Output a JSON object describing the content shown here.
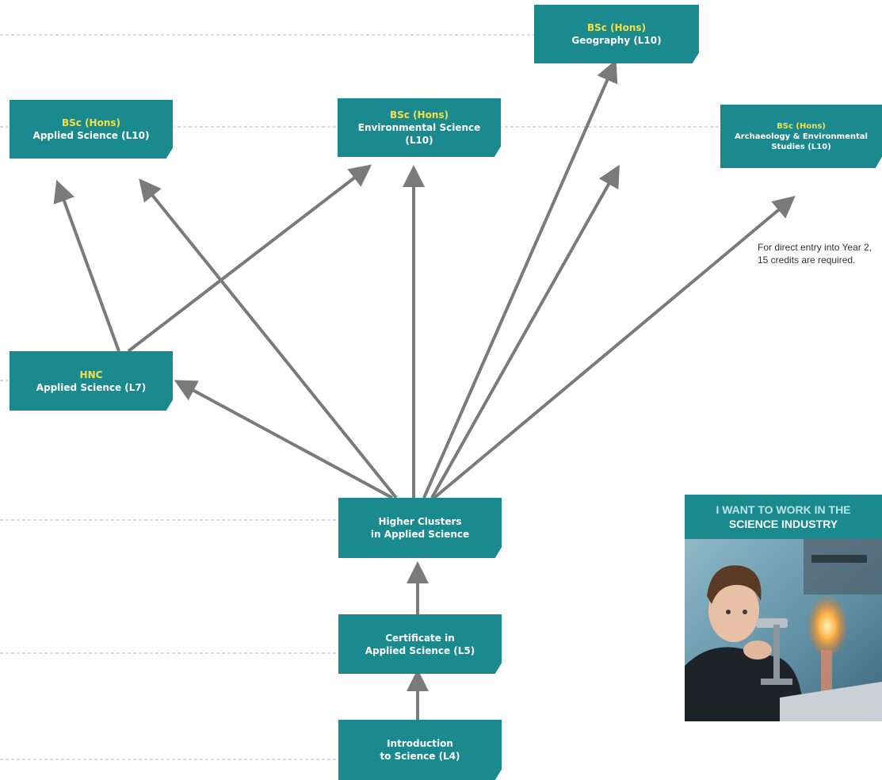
{
  "boxes": {
    "geography": {
      "qual": "BSc (Hons)",
      "lines": [
        "Geography (L10)"
      ]
    },
    "applied_science_bsc": {
      "qual": "BSc (Hons)",
      "lines": [
        "Applied Science (L10)"
      ]
    },
    "environmental_science": {
      "qual": "BSc (Hons)",
      "lines": [
        "Environmental Science",
        "(L10)"
      ]
    },
    "archaeology": {
      "qual": "BSc (Hons)",
      "lines": [
        "Archaeology & Environmental",
        "Studies (L10)"
      ]
    },
    "hnc": {
      "qual": "HNC",
      "lines": [
        "Applied Science (L7)"
      ]
    },
    "higher_clusters": {
      "lines": [
        "Higher Clusters",
        "in Applied Science"
      ]
    },
    "certificate": {
      "lines": [
        "Certificate in",
        "Applied Science (L5)"
      ]
    },
    "introduction": {
      "lines": [
        "Introduction",
        "to Science (L4)"
      ]
    }
  },
  "note": "For direct entry into Year 2, 15 credits are required.",
  "promo": {
    "title_line1": "I WANT TO WORK IN THE",
    "title_line2": "SCIENCE INDUSTRY"
  },
  "colors": {
    "box": "#1a8a8e",
    "qualification": "#f2e14a",
    "arrow": "#7a7a7a",
    "dashed_line": "#bbbbbb"
  }
}
